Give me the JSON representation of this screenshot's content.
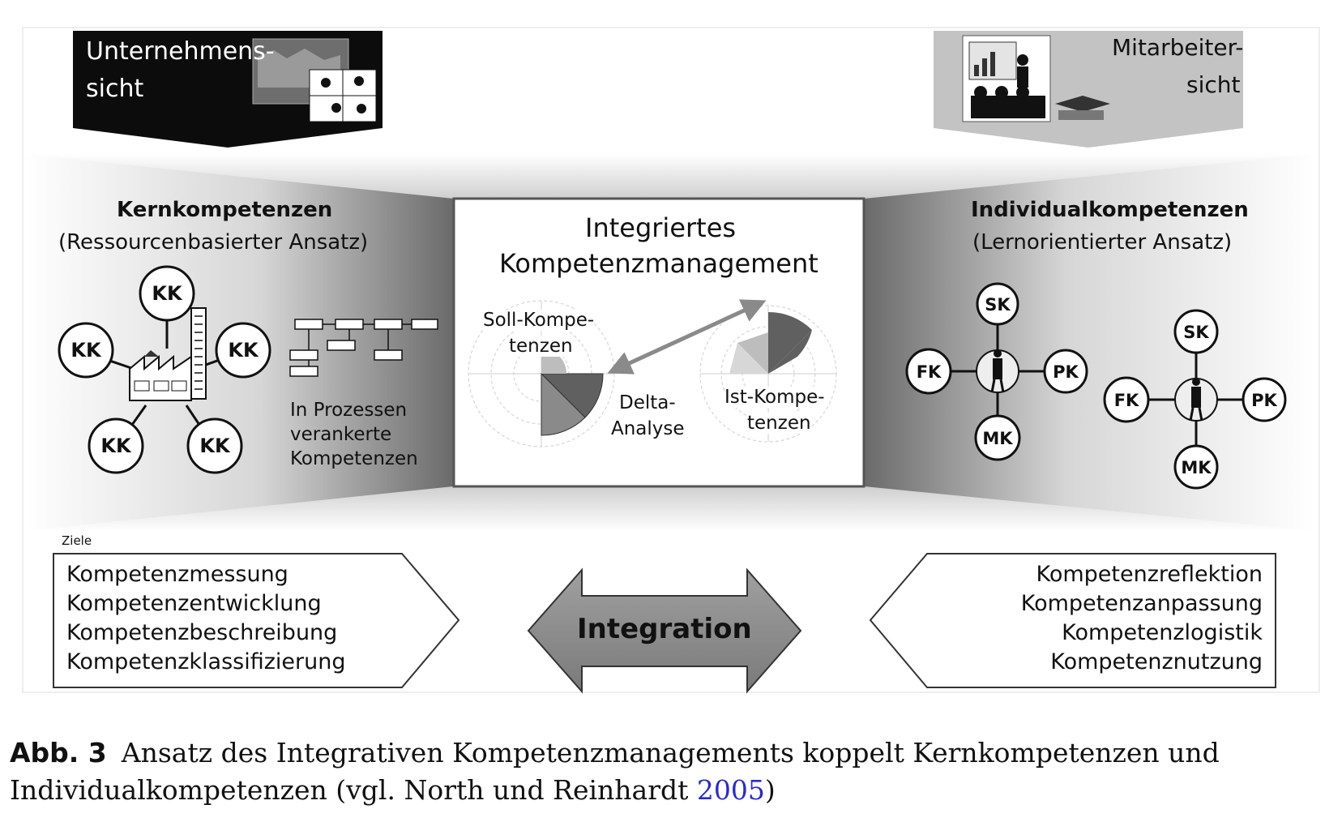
{
  "colors": {
    "panel_dark": "#6a6a6a",
    "panel_light": "#ffffff",
    "accent_dark_wedge": "#555555",
    "accent_light_wedge": "#bdbdbd",
    "link": "#2a2acf"
  },
  "top_left": {
    "line1": "Unternehmens-",
    "line2": "sicht"
  },
  "top_right": {
    "line1": "Mitarbeiter-",
    "line2": "sicht"
  },
  "left_panel": {
    "title": "Kernkompetenzen",
    "subtitle": "(Ressourcenbasierter Ansatz)",
    "node_label": "KK",
    "process_text": [
      "In Prozessen",
      "verankerte",
      "Kompetenzen"
    ]
  },
  "center_panel": {
    "title_line1": "Integriertes",
    "title_line2": "Kompetenzmanagement",
    "soll": [
      "Soll-Kompe-",
      "tenzen"
    ],
    "delta": [
      "Delta-",
      "Analyse"
    ],
    "ist": [
      "Ist-Kompe-",
      "tenzen"
    ]
  },
  "right_panel": {
    "title": "Individualkompetenzen",
    "subtitle": "(Lernorientierter Ansatz)",
    "nodes": [
      "SK",
      "FK",
      "PK",
      "MK"
    ]
  },
  "goals_label": "Ziele",
  "left_goals": [
    "Kompetenzmessung",
    "Kompetenzentwicklung",
    "Kompetenzbeschreibung",
    "Kompetenzklassifizierung"
  ],
  "right_goals": [
    "Kompetenzreflektion",
    "Kompetenzanpassung",
    "Kompetenzlogistik",
    "Kompetenznutzung"
  ],
  "integration_label": "Integration",
  "caption": {
    "label": "Abb. 3",
    "text": "Ansatz des Integrativen Kompetenzmanagements koppelt Kernkompetenzen und Individualkompetenzen (vgl. North und Reinhardt ",
    "year": "2005",
    "close": ")"
  }
}
